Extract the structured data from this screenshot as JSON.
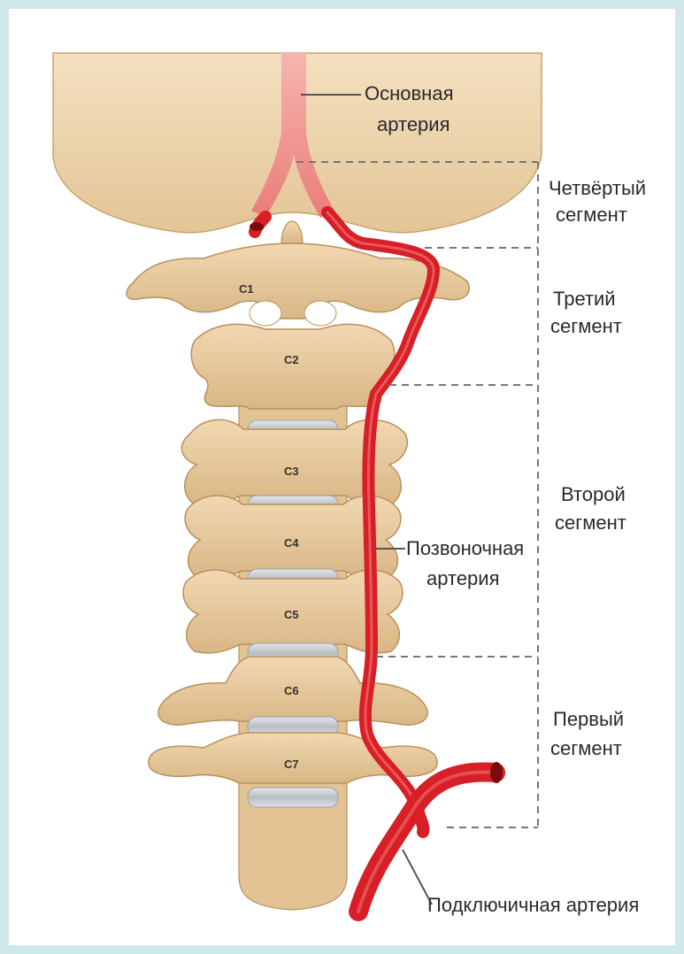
{
  "colors": {
    "background_border": "#cfe9ea",
    "bone": "#e8caa0",
    "bone_dark": "#c9a36f",
    "skull": "#f0d7b3",
    "disc": "#c9ccd0",
    "artery": "#d61f26",
    "basilar_artery": "#ef8a86",
    "dash": "#777777"
  },
  "labels": {
    "basilar_line1": "Основная",
    "basilar_line2": "артерия",
    "seg4_line1": "Четвёртый",
    "seg4_line2": "сегмент",
    "seg3_line1": "Третий",
    "seg3_line2": "сегмент",
    "seg2_line1": "Второй",
    "seg2_line2": "сегмент",
    "seg1_line1": "Первый",
    "seg1_line2": "сегмент",
    "vertebral_line1": "Позвоночная",
    "vertebral_line2": "артерия",
    "subclavian": "Подключичная артерия"
  },
  "vertebrae": [
    "C1",
    "C2",
    "C3",
    "C4",
    "C5",
    "C6",
    "C7"
  ]
}
